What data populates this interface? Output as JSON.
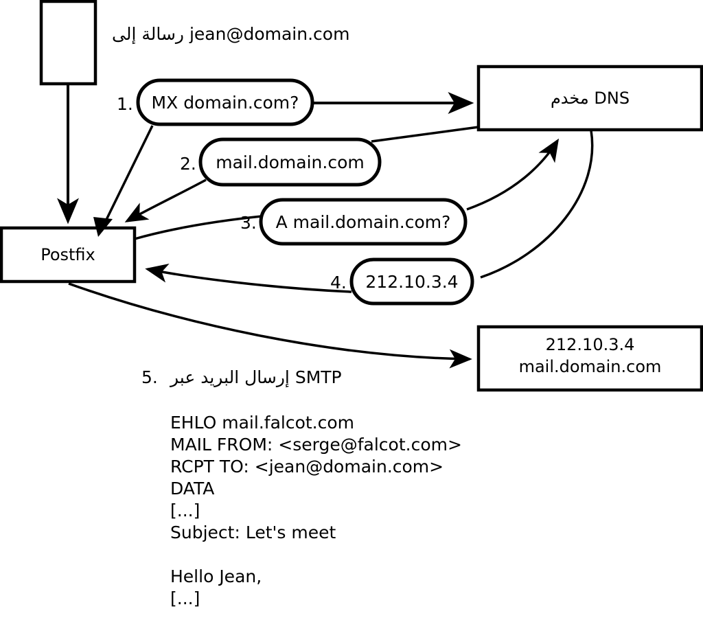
{
  "diagram": {
    "title_caption": "رسالة إلى jean@domain.com",
    "nodes": {
      "mua": {
        "label": ""
      },
      "postfix": {
        "label": "Postfix"
      },
      "dns": {
        "label": "مخدم DNS"
      },
      "mailserver": {
        "line1": "212.10.3.4",
        "line2": "mail.domain.com"
      }
    },
    "steps": [
      {
        "num": "1.",
        "text": "MX domain.com?"
      },
      {
        "num": "2.",
        "text": "mail.domain.com"
      },
      {
        "num": "3.",
        "text": "A mail.domain.com?"
      },
      {
        "num": "4.",
        "text": "212.10.3.4"
      }
    ],
    "step5": {
      "num": "5.",
      "text": "إرسال البريد عبر SMTP"
    },
    "transcript": [
      "EHLO mail.falcot.com",
      "MAIL FROM: <serge@falcot.com>",
      "RCPT TO: <jean@domain.com>",
      "DATA",
      "[...]",
      "Subject: Let's meet",
      "",
      "Hello Jean,",
      "[...]",
      "",
      "."
    ],
    "colors": {
      "stroke": "#000000",
      "fill": "#ffffff",
      "text": "#000000"
    }
  }
}
